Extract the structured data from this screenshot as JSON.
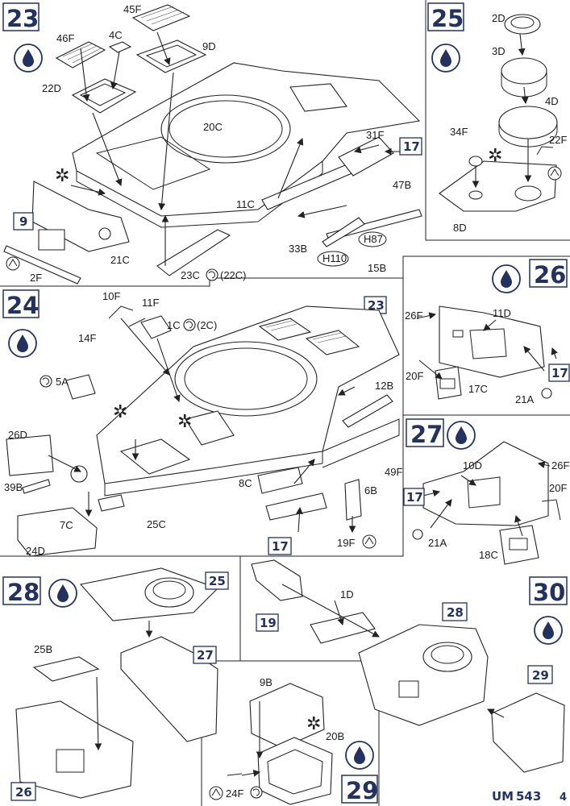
{
  "colors": {
    "ink": "#23325e",
    "line": "#222222",
    "paper": "#ffffff"
  },
  "icons": {
    "glue": "glue-drop-icon",
    "paint": "asterisk-icon",
    "remove_sprue": "cutter-icon",
    "option": "swap-icon"
  },
  "steps": {
    "s23": {
      "number": "23",
      "labels": {
        "p46F": "46F",
        "p45F": "45F",
        "p4C": "4C",
        "p9D": "9D",
        "p22D": "22D",
        "p20C": "20C",
        "p31F": "31F",
        "p11C": "11C",
        "p47B": "47B",
        "p33B": "33B",
        "p15B": "15B",
        "p21C": "21C",
        "p2F": "2F",
        "p23C": "23C",
        "p22Cnote": "(22C)",
        "H87": "H87",
        "H110": "H110"
      },
      "refs": {
        "r17": "17",
        "r9": "9"
      }
    },
    "s24": {
      "number": "24",
      "labels": {
        "p10F": "10F",
        "p11F": "11F",
        "p14F": "14F",
        "p1C": "1C",
        "p2Cnote": "(2C)",
        "p5A": "5A",
        "p26D": "26D",
        "p39B": "39B",
        "p7C": "7C",
        "p24D": "24D",
        "p25C": "25C",
        "p8C": "8C",
        "p12B": "12B",
        "p49F": "49F",
        "p6B": "6B",
        "p19F": "19F"
      },
      "refs": {
        "r23": "23",
        "r17": "17"
      }
    },
    "s25": {
      "number": "25",
      "labels": {
        "p2D": "2D",
        "p3D": "3D",
        "p4D": "4D",
        "p34F": "34F",
        "p22F": "22F",
        "p8D": "8D"
      }
    },
    "s26": {
      "number": "26",
      "labels": {
        "p26F": "26F",
        "p11D": "11D",
        "p20F": "20F",
        "p17C": "17C",
        "p21A": "21A"
      },
      "refs": {
        "r17": "17"
      }
    },
    "s27": {
      "number": "27",
      "labels": {
        "p10D": "10D",
        "p26F": "26F",
        "p20F": "20F",
        "p21A": "21A",
        "p18C": "18C"
      },
      "refs": {
        "r17": "17"
      }
    },
    "s28": {
      "number": "28",
      "labels": {
        "p25B": "25B"
      },
      "refs": {
        "r25": "25",
        "r27": "27",
        "r26": "26"
      }
    },
    "s29": {
      "number": "29",
      "labels": {
        "p9B": "9B",
        "p20B": "20B",
        "p24F": "24F"
      }
    },
    "s30": {
      "number": "30",
      "labels": {
        "p1D": "1D"
      },
      "refs": {
        "r19": "19",
        "r28": "28",
        "r29": "29"
      }
    }
  },
  "footer": {
    "brand": "UM",
    "code": "543",
    "page": "4"
  }
}
